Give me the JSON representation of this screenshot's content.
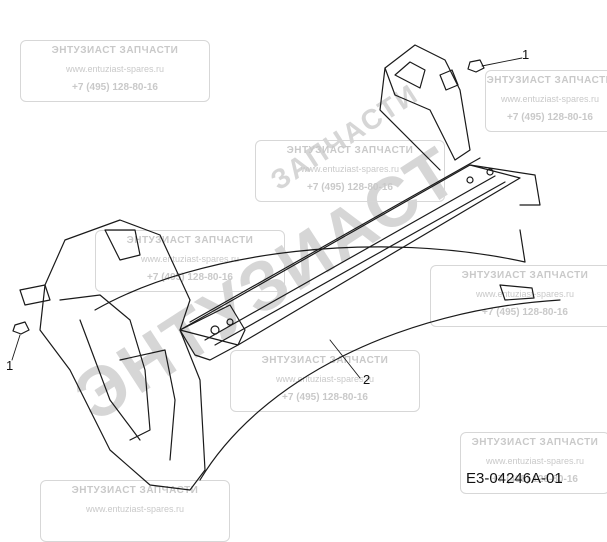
{
  "watermark": {
    "name": "ЭНТУЗИАСТ ЗАПЧАСТИ",
    "url": "www.entuziast-spares.ru",
    "phone": "+7 (495) 128-80-16",
    "logo_text": "ЭНТУЗИАСТ",
    "arc_text": "ЗАПЧАСТИ"
  },
  "callouts": {
    "part1_top": "1",
    "part1_left": "1",
    "part2": "2"
  },
  "drawing_code": "E3-04246A-01"
}
